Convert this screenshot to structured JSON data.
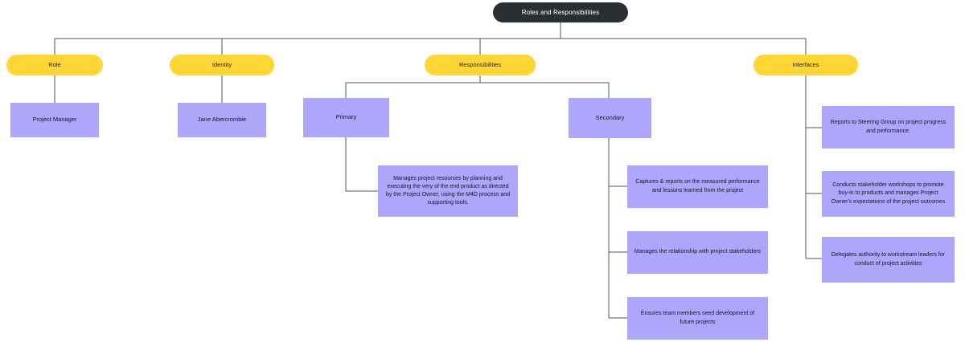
{
  "diagram": {
    "type": "org-chart",
    "title": "Roles and Responsibilities",
    "colors": {
      "root": "#2b2f33",
      "category": "#ffd633",
      "leaf": "#aea6fb",
      "connector": "#555555",
      "background": "#ffffff"
    },
    "root": {
      "label": "Roles and Responsibilities"
    },
    "categories": {
      "role": {
        "label": "Role"
      },
      "identity": {
        "label": "Identity"
      },
      "responsibilities": {
        "label": "Responsibilities"
      },
      "interfaces": {
        "label": "Interfaces"
      }
    },
    "nodes": {
      "project_manager": {
        "label": "Project Manager"
      },
      "person_name": {
        "label": "Jane Abercrombie"
      },
      "primary": {
        "label": "Primary"
      },
      "secondary": {
        "label": "Secondary"
      },
      "primary_detail": {
        "label": "Manages project resources by planning and executing the very of the end product as directed by the Project Owner, using the M4D process and supporting tools."
      },
      "secondary_items": [
        {
          "label": "Captures & reports on the measured performance and lessons learned from the project"
        },
        {
          "label": "Manages the relationship with project stakeholders"
        },
        {
          "label": "Ensures team members seed development of future projects"
        }
      ],
      "interface_items": [
        {
          "label": "Reports to Steering Group on project progress and performance."
        },
        {
          "label": "Conducts stakeholder workshops to promote buy-in to products and manages Project Owner's expectations of the project outcomes"
        },
        {
          "label": "Delegates authority to workstream leaders for conduct of project activities"
        }
      ]
    }
  }
}
